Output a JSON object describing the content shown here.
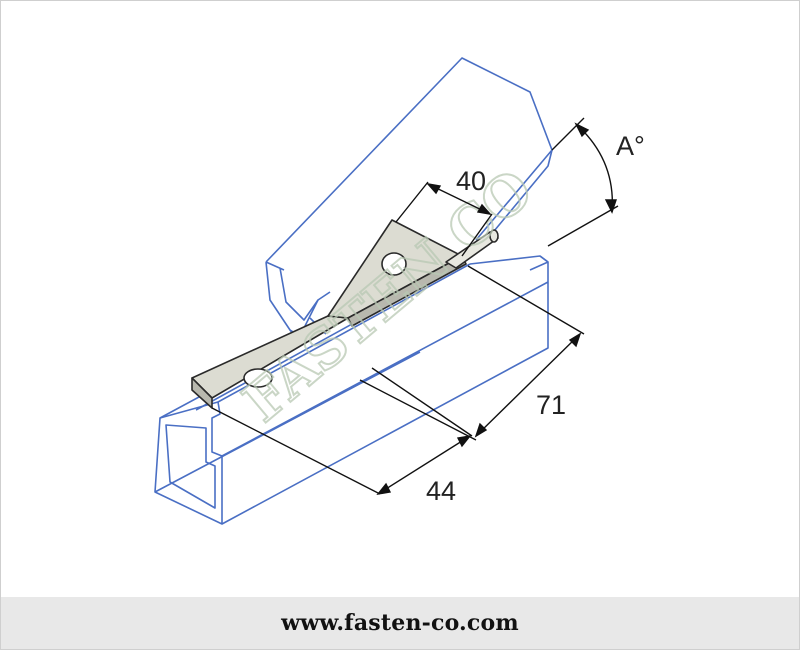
{
  "diagram": {
    "dimension_labels": {
      "width_top": "40",
      "length": "71",
      "width_base": "44",
      "angle": "A°"
    },
    "watermark_text": "FASTEN CO",
    "colors": {
      "channel_outline": "#4a6fc4",
      "plate_fill": "#dcdcd2",
      "plate_outline": "#2a2a2a",
      "dimension_lines": "#111111",
      "watermark": "#b9c9b4"
    }
  },
  "footer": {
    "url": "www.fasten-co.com"
  }
}
